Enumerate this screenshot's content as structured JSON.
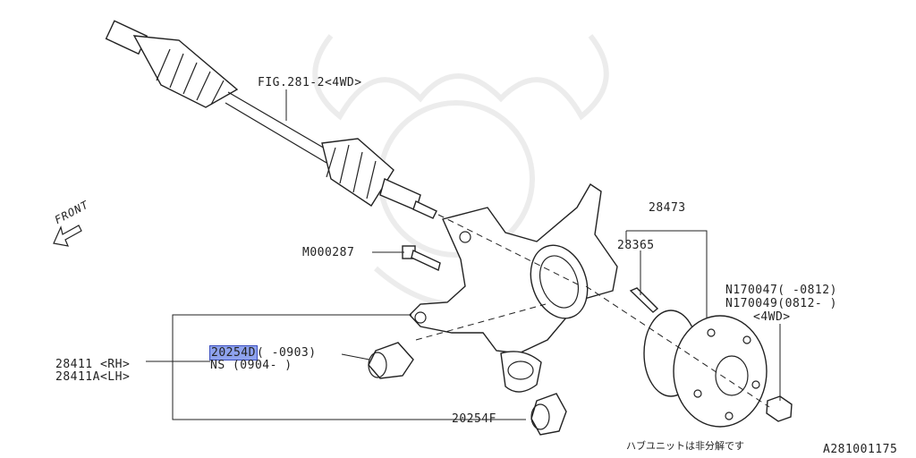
{
  "labels": {
    "fig_ref": "FIG.281-2<4WD>",
    "front": "FRONT",
    "bolt": "M000287",
    "bearing_kit": "28473",
    "hub_bolt": "28365",
    "nut_1": "N170047( -0812)",
    "nut_2": "N170049(0812- )",
    "nut_3": "<4WD>",
    "bushing_code": "20254D",
    "bushing_code_rest": "( -0903)",
    "bushing_ns": "NS (0904- )",
    "housing_rh": "28411 <RH>",
    "housing_lh": "28411A<LH>",
    "bushing_f": "20254F",
    "hub_note": "ハブユニットは非分解です",
    "diagram_id": "A281001175"
  },
  "colors": {
    "highlight": "#8ea2ee",
    "highlight_border": "#3c4fc0",
    "line": "#222222"
  }
}
